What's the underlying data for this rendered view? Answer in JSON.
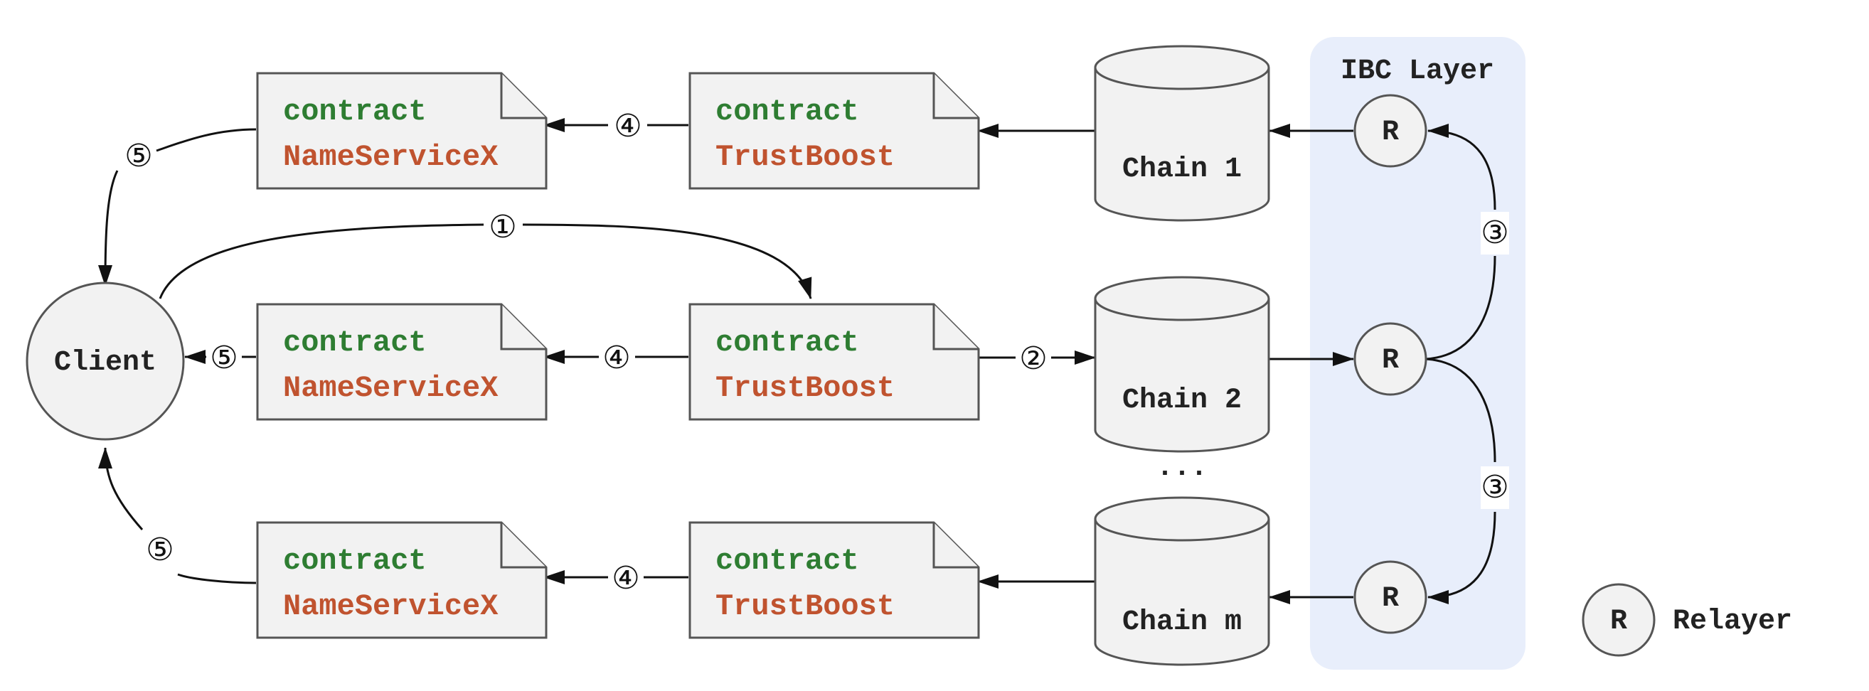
{
  "ibc_layer": {
    "title": "IBC Layer"
  },
  "client": {
    "label": "Client"
  },
  "relayer_symbol": "R",
  "legend": {
    "symbol": "R",
    "label": "Relayer"
  },
  "ellipsis": "...",
  "chains": [
    "Chain 1",
    "Chain 2",
    "Chain m"
  ],
  "contracts": {
    "keyword": "contract",
    "trustboost": "TrustBoost",
    "nameservice": "NameServiceX"
  },
  "steps": {
    "s1": "①",
    "s2": "②",
    "s3": "③",
    "s4": "④",
    "s5": "⑤"
  },
  "colors": {
    "keyword": "#2e7d32",
    "contract_name": "#c0532f",
    "ibc_background": "#e8eefb"
  }
}
